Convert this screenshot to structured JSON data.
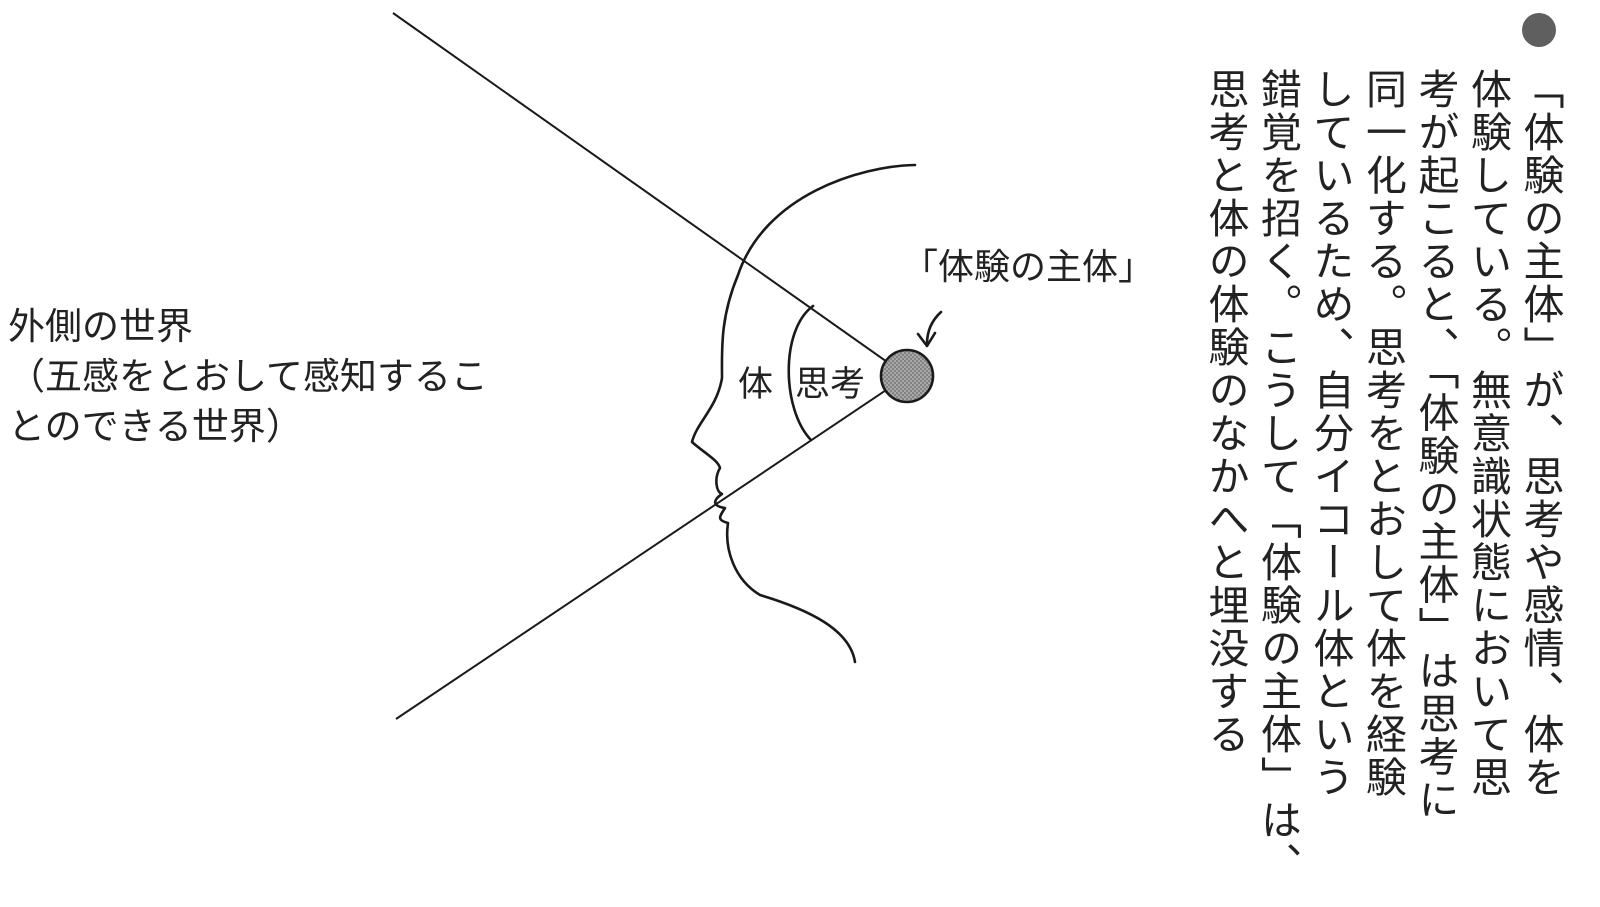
{
  "diagram": {
    "world_label_lines": [
      "外側の世界",
      "（五感をとおして感知するこ",
      "とのできる世界）"
    ],
    "subject_label": "「体験の主体」",
    "body_label": "体",
    "thought_label": "思考",
    "colors": {
      "line": "#1a1a1a",
      "subject_dot_fill": "#a8a8a8"
    }
  },
  "caption": {
    "bullet_color": "#5f5f5f",
    "lines": [
      "「体験の主体」が、思考や感情、体を",
      "体験している。無意識状態において思",
      "考が起こると、「体験の主体」は思考に",
      "同一化する。思考をとおして体を経験",
      "しているため、自分イコール体という",
      "錯覚を招く。こうして「体験の主体」は、",
      "思考と体の体験のなかへと埋没する"
    ]
  }
}
